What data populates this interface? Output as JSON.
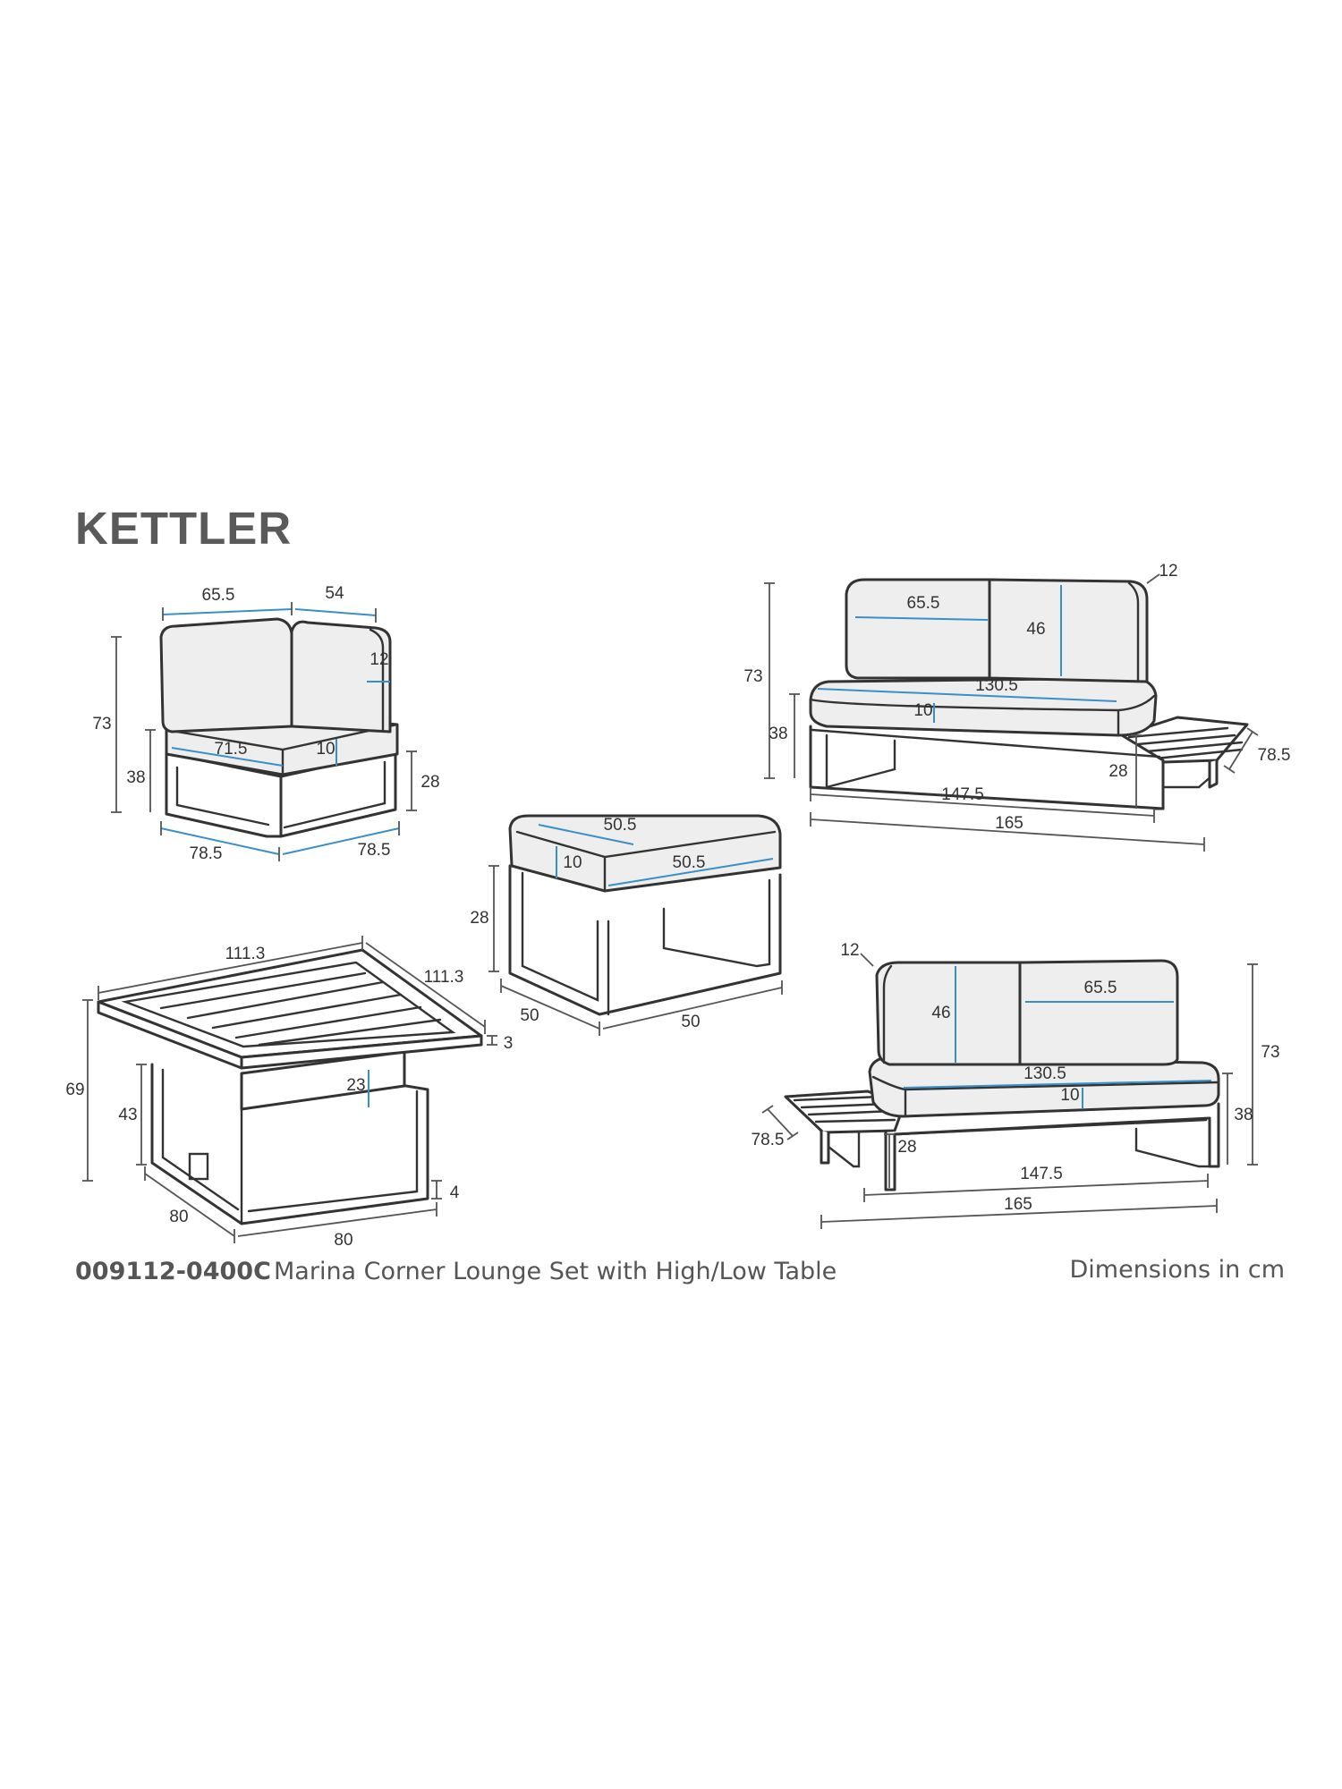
{
  "brand": "KETTLER",
  "product_code": "009112-0400C",
  "product_name": "Marina Corner Lounge Set with High/Low Table",
  "units_note": "Dimensions in cm",
  "corner_chair": {
    "back_width_left": "65.5",
    "back_width_right": "54",
    "height": "73",
    "seat_height": "38",
    "seat_depth": "71.5",
    "cushion_thickness": "10",
    "back_cushion_thickness": "12",
    "arm_height": "28",
    "width_left": "78.5",
    "width_right": "78.5"
  },
  "footstool": {
    "cushion_depth": "50.5",
    "cushion_width": "50.5",
    "cushion_thickness": "10",
    "frame_height": "28",
    "depth": "50",
    "width": "50"
  },
  "sofa_right_table": {
    "height": "73",
    "back_thickness": "12",
    "back_width": "65.5",
    "back_height": "46",
    "seat_width": "130.5",
    "seat_height": "38",
    "cushion_thickness": "10",
    "shelf_height": "28",
    "depth": "78.5",
    "inner_length": "147.5",
    "length": "165"
  },
  "sofa_left_table": {
    "height": "73",
    "back_thickness": "12",
    "back_width": "65.5",
    "back_height": "46",
    "seat_width": "130.5",
    "seat_height": "38",
    "cushion_thickness": "10",
    "shelf_height": "28",
    "depth": "78.5",
    "inner_length": "147.5",
    "length": "165"
  },
  "table": {
    "top_width": "111.3",
    "top_depth": "111.3",
    "top_thickness": "3",
    "high_height": "69",
    "low_height": "43",
    "lift_height": "23",
    "foot_height": "4",
    "base_depth": "80",
    "base_width": "80"
  },
  "colors": {
    "dimension_line": "#3a8fc9",
    "outline": "#333333",
    "cushion": "#eeeeee",
    "text": "#555555"
  }
}
